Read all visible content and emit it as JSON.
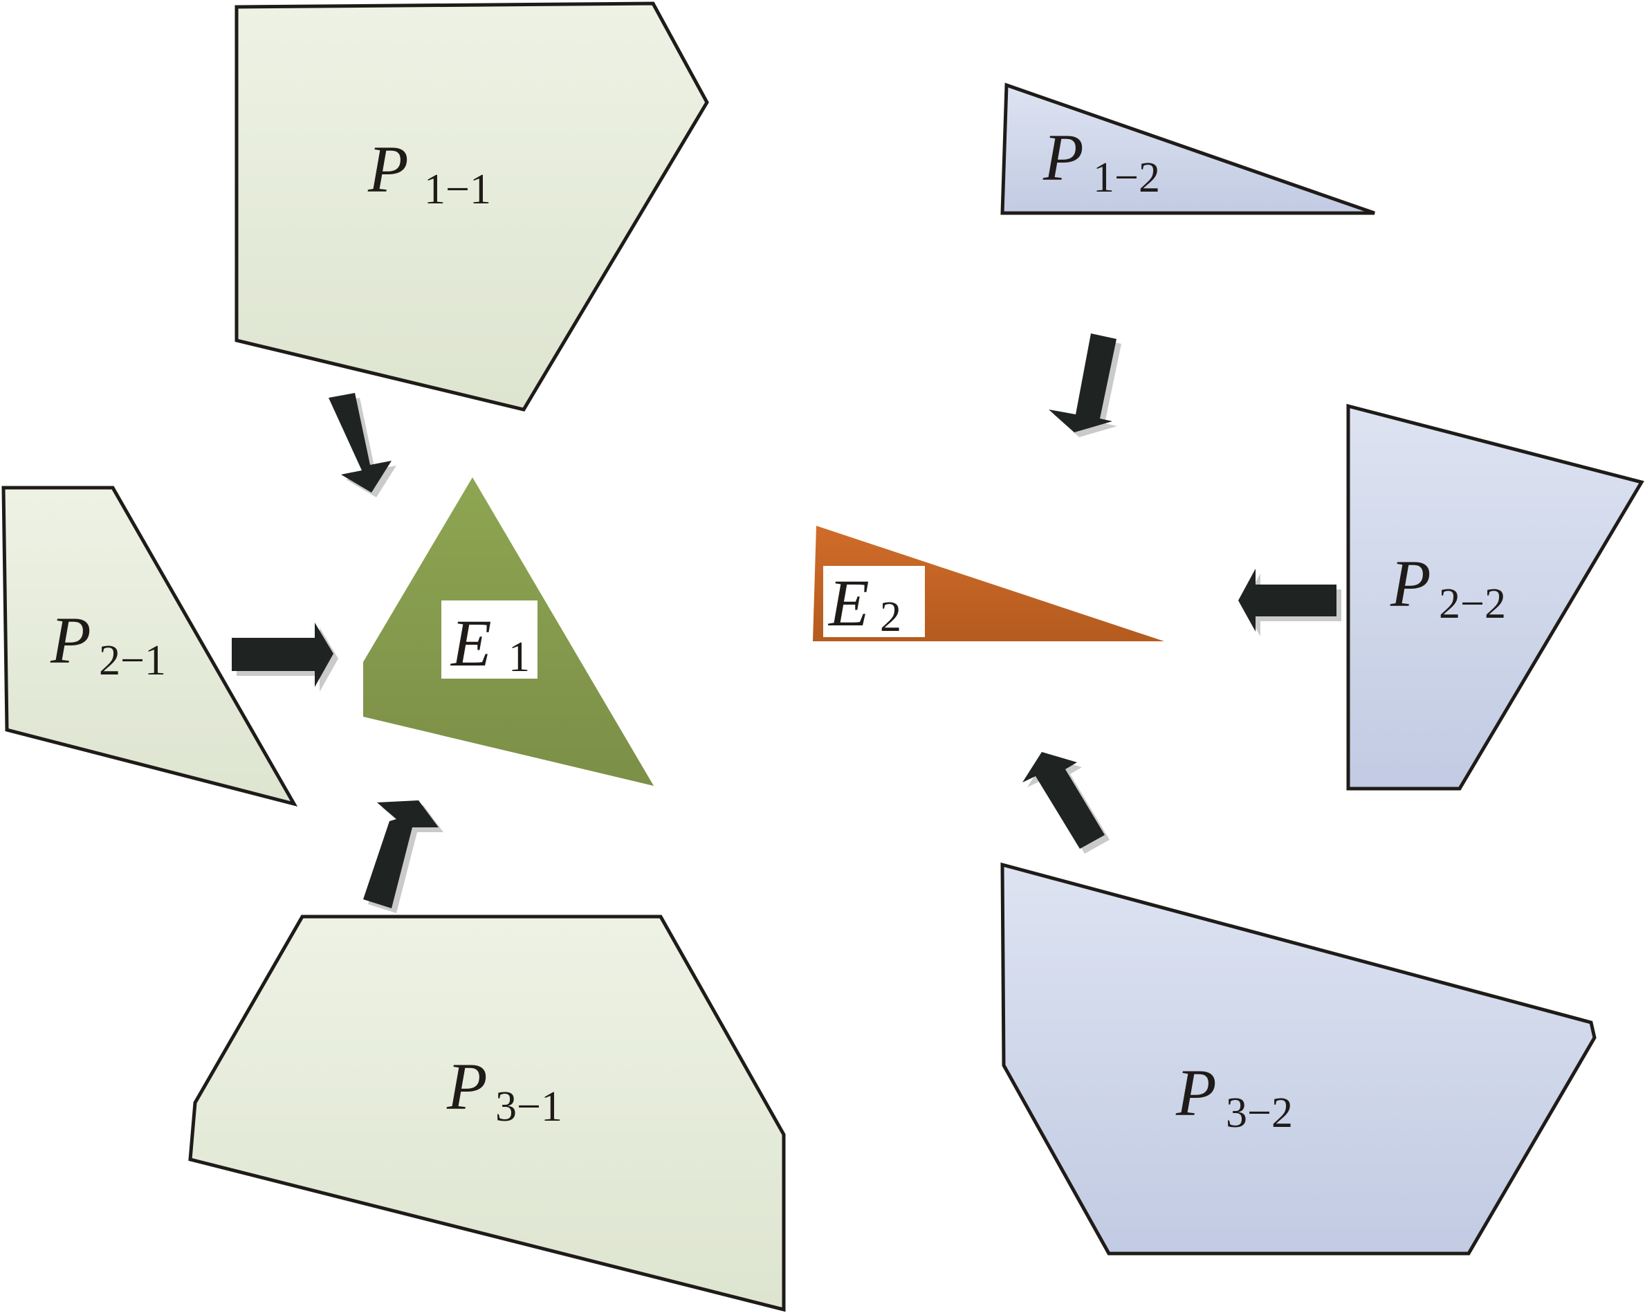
{
  "colors": {
    "group1_fill_top": "#eef2e5",
    "group1_fill_bottom": "#dde4cf",
    "group2_fill_top": "#dde3f1",
    "group2_fill_bottom": "#c2cbe3",
    "e1_fill_top": "#8ea552",
    "e1_fill_bottom": "#7b8f47",
    "e2_fill_top": "#d06c2a",
    "e2_fill_bottom": "#b45b1f",
    "outline": "#1f1b18",
    "arrow": "#1f2322"
  },
  "pieces": {
    "p11": {
      "main": "P",
      "sub": "1−1"
    },
    "p21": {
      "main": "P",
      "sub": "2−1"
    },
    "p31": {
      "main": "P",
      "sub": "3−1"
    },
    "p12": {
      "main": "P",
      "sub": "1−2"
    },
    "p22": {
      "main": "P",
      "sub": "2−2"
    },
    "p32": {
      "main": "P",
      "sub": "3−2"
    }
  },
  "elements": {
    "e1": {
      "main": "E",
      "sub": "1"
    },
    "e2": {
      "main": "E",
      "sub": "2"
    }
  }
}
